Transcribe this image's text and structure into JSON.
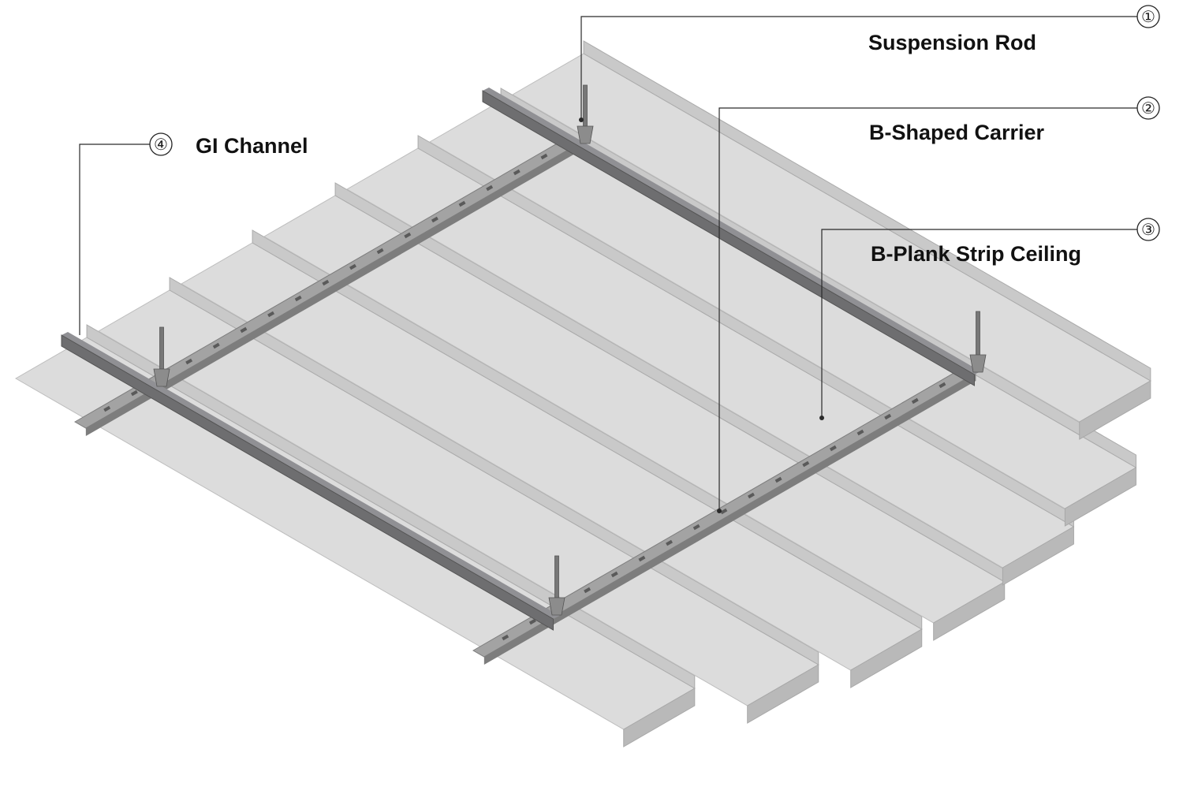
{
  "colors": {
    "plank_face": "#dcdcdc",
    "plank_edge": "#b9b9b9",
    "plank_lip": "#c9c9c9",
    "carrier": "#a3a3a3",
    "carrier_dark": "#7d7d7d",
    "channel": "#6e6e70",
    "channel_light": "#909094",
    "leader": "#2a2a2a"
  },
  "callouts": [
    {
      "id": "suspension-rod",
      "number": "①",
      "label": "Suspension Rod"
    },
    {
      "id": "b-shaped-carrier",
      "number": "②",
      "label": "B-Shaped Carrier"
    },
    {
      "id": "b-plank-strip-ceiling",
      "number": "③",
      "label": "B-Plank Strip Ceiling"
    },
    {
      "id": "gi-channel",
      "number": "④",
      "label": "GI Channel"
    }
  ]
}
